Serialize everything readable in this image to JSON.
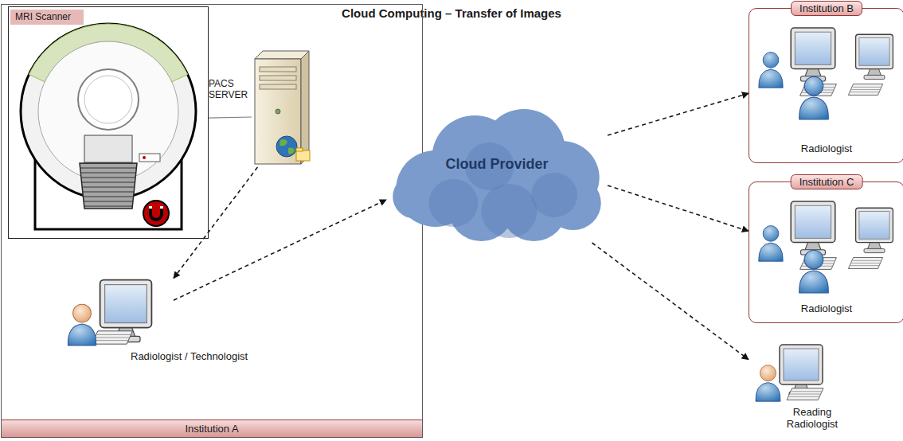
{
  "diagram": {
    "title": "Cloud Computing – Transfer of Images",
    "nodes": [
      {
        "text": [
          "Institution A"
        ]
      },
      {
        "text": [
          "MRI Scanner"
        ],
        "in": 0
      },
      {
        "text": [
          "PACS SERVER"
        ],
        "in": 0
      },
      {
        "text": [
          "Radiologist / Technologist"
        ],
        "in": 0
      },
      {
        "text": [
          "Cloud Provider"
        ]
      },
      {
        "text": [
          "Institution B",
          "Radiologist"
        ]
      },
      {
        "text": [
          "Institution C",
          "Radiologist"
        ]
      },
      {
        "text": [
          "Reading Radiologist"
        ]
      }
    ],
    "edges": [
      {
        "from": 1,
        "to": 2,
        "arrow": "none"
      },
      {
        "from": 2,
        "to": 3,
        "arrow": "to"
      },
      {
        "from": 3,
        "to": 4,
        "arrow": "to"
      },
      {
        "from": 4,
        "to": 5,
        "arrow": "to"
      },
      {
        "from": 4,
        "to": 6,
        "arrow": "to"
      },
      {
        "from": 4,
        "to": 7,
        "arrow": "to"
      }
    ]
  }
}
